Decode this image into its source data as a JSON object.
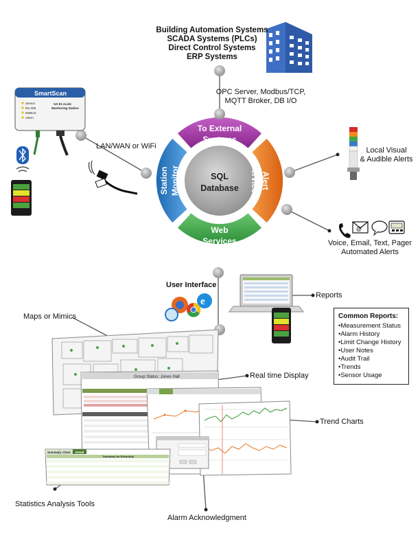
{
  "top_systems": [
    "Building Automation Systems",
    "SCADA  Systems (PLCs)",
    "Direct Control Systems",
    "ERP Systems"
  ],
  "protocols": [
    "OPC Server, Modbus/TCP,",
    "MQTT Broker, DB I/O"
  ],
  "lan_label": "LAN/WAN or WiFi",
  "local_alerts": [
    "Local Visual",
    "& Audible Alerts"
  ],
  "remote_alerts": [
    "Voice, Email, Text, Pager",
    "Automated Alerts"
  ],
  "user_interface": "User Interface",
  "reports": "Reports",
  "maps": "Maps or Mimics",
  "realtime": "Real time Display",
  "trend": "Trend Charts",
  "stats": "Statistics Analysis Tools",
  "alarm_ack": "Alarm Acknowledgment",
  "wheel": {
    "center": [
      "SQL",
      "Database"
    ],
    "top": [
      "To External",
      "Systems"
    ],
    "right": [
      "Alert",
      "Services"
    ],
    "bottom": [
      "Web",
      "Services"
    ],
    "left": [
      "Station",
      "Monitor"
    ]
  },
  "common_reports": {
    "title": "Common Reports:",
    "items": [
      "Measurement Status",
      "Alarm History",
      "Limit Change History",
      "User Notes",
      "Audit Trail",
      "Trends",
      "Sensor Usage"
    ]
  },
  "device": {
    "brand": "SmartScan",
    "model": "SA-01 eLink",
    "subtitle": "Monitoring Station",
    "status": [
      "Sensor",
      "RS-485",
      "ENBUS",
      "Alarm"
    ]
  },
  "screens": {
    "tabs": [
      "Summary",
      "Chart",
      "Detail"
    ],
    "group_status": "Group Status: Jones Hall",
    "stats_header": "Summary for Electricity"
  },
  "colors": {
    "top": "#9b2d9f",
    "right": "#e9751f",
    "bottom": "#3aa84a",
    "left": "#2e7fc9",
    "center": "#9a9a9a",
    "node": "#9c9c9c",
    "building": "#3f6fc4"
  }
}
